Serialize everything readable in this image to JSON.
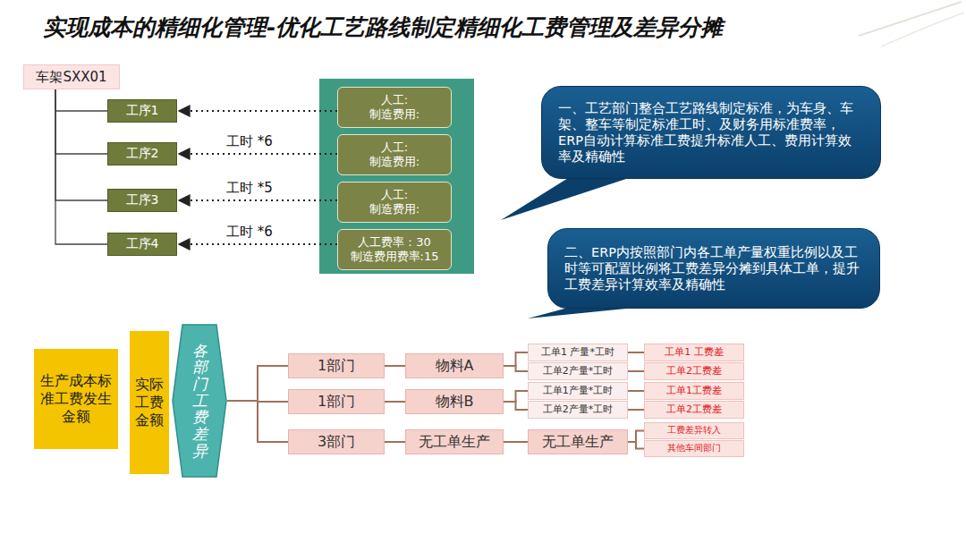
{
  "diagram": {
    "title": "实现成本的精细化管理-优化工艺路线制定精细化工费管理及差异分摊",
    "nodes": [
      {
        "text": [
          "车架SXX01"
        ]
      },
      {
        "text": [
          "工序1"
        ]
      },
      {
        "text": [
          "工序2"
        ]
      },
      {
        "text": [
          "工序3"
        ]
      },
      {
        "text": [
          "工序4"
        ]
      },
      {
        "text": [
          "人工:",
          "制造费用:"
        ]
      },
      {
        "text": [
          "人工:",
          "制造费用:"
        ]
      },
      {
        "text": [
          "人工:",
          "制造费用:"
        ]
      },
      {
        "text": [
          "人工费率：30",
          "制造费用费率:15"
        ]
      },
      {
        "text": [
          "一、工艺部门整合工艺路线制定标准，为车身、车架、整车等制定标准工时、及财务用标准费率，ERP自动计算标准工费提升标准人工、费用计算效率及精确性"
        ]
      },
      {
        "text": [
          "二、ERP内按照部门内各工单产量权重比例以及工时等可配置比例将工费差异分摊到具体工单，提升工费差异计算效率及精确性"
        ]
      },
      {
        "text": [
          "生产成本标准工费发生金额"
        ]
      },
      {
        "text": [
          "实际工费金额"
        ]
      },
      {
        "text": [
          "各部门工费差异"
        ]
      },
      {
        "text": [
          "1部门"
        ]
      },
      {
        "text": [
          "1部门"
        ]
      },
      {
        "text": [
          "3部门"
        ]
      },
      {
        "text": [
          "物料A"
        ]
      },
      {
        "text": [
          "物料B"
        ]
      },
      {
        "text": [
          "无工单生产"
        ]
      },
      {
        "text": [
          "工单1 产量*工时"
        ]
      },
      {
        "text": [
          "工单2产量*工时"
        ]
      },
      {
        "text": [
          "工单1产量*工时"
        ]
      },
      {
        "text": [
          "工单2产量*工时"
        ]
      },
      {
        "text": [
          "无工单生产"
        ]
      },
      {
        "text": [
          "工单1 工费差"
        ]
      },
      {
        "text": [
          "工单2工费差"
        ]
      },
      {
        "text": [
          "工单1工费差"
        ]
      },
      {
        "text": [
          "工单2工费差"
        ]
      },
      {
        "text": [
          "工费差异转入"
        ]
      },
      {
        "text": [
          "其他车间部门"
        ]
      }
    ],
    "edges": [
      {
        "from": 0,
        "to": 1,
        "arrow": "none"
      },
      {
        "from": 0,
        "to": 2,
        "arrow": "none"
      },
      {
        "from": 0,
        "to": 3,
        "arrow": "none"
      },
      {
        "from": 0,
        "to": 4,
        "arrow": "none"
      },
      {
        "from": 5,
        "to": 1,
        "arrow": "to"
      },
      {
        "from": 6,
        "to": 2,
        "label": "工时 *6",
        "arrow": "to"
      },
      {
        "from": 7,
        "to": 3,
        "label": "工时 *5",
        "arrow": "to"
      },
      {
        "from": 8,
        "to": 4,
        "label": "工时 *6",
        "arrow": "to"
      },
      {
        "from": 13,
        "to": 14,
        "arrow": "none"
      },
      {
        "from": 13,
        "to": 15,
        "arrow": "none"
      },
      {
        "from": 13,
        "to": 16,
        "arrow": "none"
      },
      {
        "from": 14,
        "to": 17,
        "arrow": "none"
      },
      {
        "from": 15,
        "to": 18,
        "arrow": "none"
      },
      {
        "from": 16,
        "to": 19,
        "arrow": "none"
      },
      {
        "from": 17,
        "to": 20,
        "arrow": "none"
      },
      {
        "from": 17,
        "to": 21,
        "arrow": "none"
      },
      {
        "from": 18,
        "to": 22,
        "arrow": "none"
      },
      {
        "from": 18,
        "to": 23,
        "arrow": "none"
      },
      {
        "from": 19,
        "to": 24,
        "arrow": "none"
      },
      {
        "from": 20,
        "to": 25,
        "arrow": "none"
      },
      {
        "from": 21,
        "to": 26,
        "arrow": "none"
      },
      {
        "from": 22,
        "to": 27,
        "arrow": "none"
      },
      {
        "from": 23,
        "to": 28,
        "arrow": "none"
      },
      {
        "from": 24,
        "to": 29,
        "arrow": "none"
      },
      {
        "from": 24,
        "to": 30,
        "arrow": "none"
      }
    ]
  }
}
